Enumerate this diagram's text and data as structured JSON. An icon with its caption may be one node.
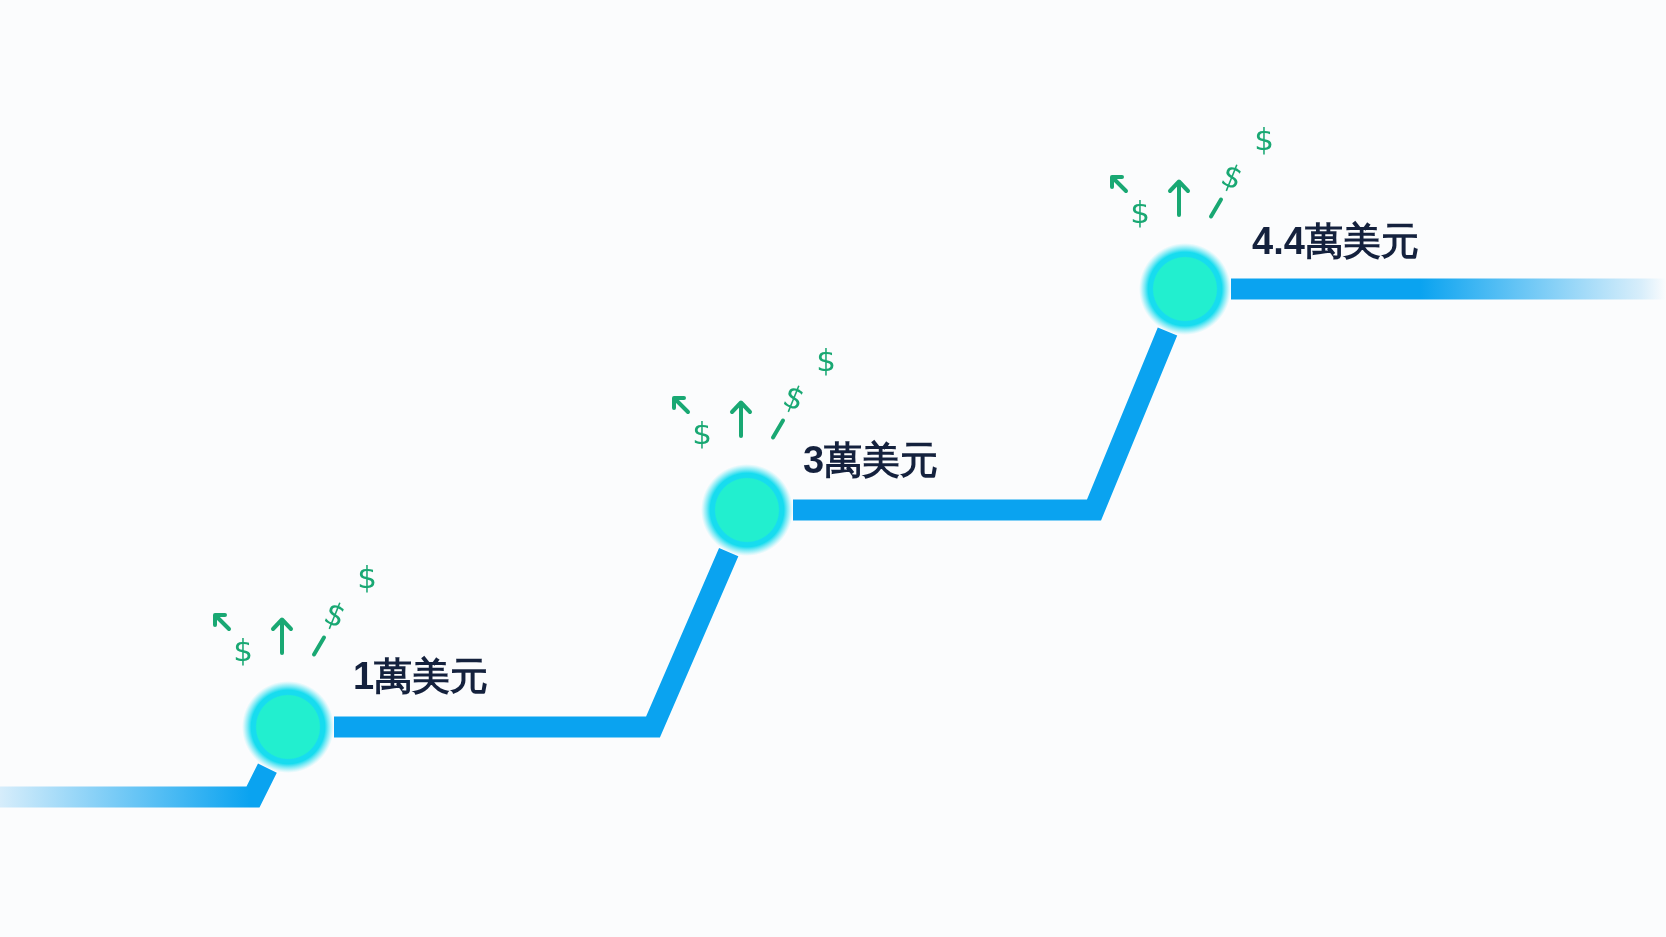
{
  "diagram": {
    "nodes": [
      {
        "text": [],
        "shape": "circle",
        "beside": [
          "1萬美元",
          "$",
          "$",
          "$"
        ]
      },
      {
        "text": [],
        "shape": "circle",
        "beside": [
          "3萬美元",
          "$",
          "$",
          "$"
        ]
      },
      {
        "text": [],
        "shape": "circle",
        "beside": [
          "4.4萬美元",
          "$",
          "$",
          "$"
        ]
      }
    ],
    "edges": [
      {
        "from": null,
        "to": 0,
        "arrow": "none"
      },
      {
        "from": 0,
        "to": 1,
        "arrow": "none"
      },
      {
        "from": 1,
        "to": 2,
        "arrow": "none"
      },
      {
        "from": 2,
        "to": null,
        "arrow": "none"
      }
    ]
  }
}
